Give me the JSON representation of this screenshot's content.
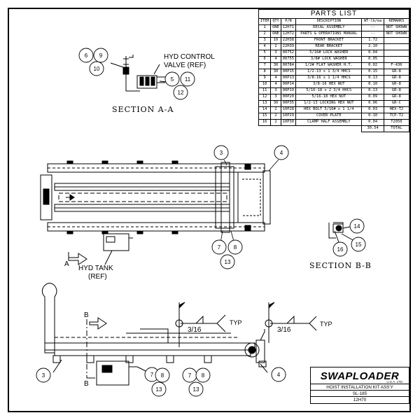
{
  "parts_list": {
    "title": "PARTS LIST",
    "columns": [
      "ITEM",
      "QTY",
      "P/N",
      "DESCRIPTION",
      "WT-lb/ea",
      "REMARKS"
    ],
    "rows": [
      [
        "1",
        "ONE",
        "12H71",
        "DECAL ASSEMBLY",
        "--",
        "NOT SHOWN"
      ],
      [
        "2",
        "ONE",
        "12H72",
        "PARTS & OPERATIONS MANUAL",
        "--",
        "NOT SHOWN"
      ],
      [
        "3",
        "10",
        "22H38",
        "FRONT BRACKET",
        "1.72",
        ""
      ],
      [
        "4",
        "2",
        "22H39",
        "REAR BRACKET",
        "2.10",
        ""
      ],
      [
        "5",
        "3",
        "00752",
        "5/16# LOCK WASHER",
        "0.04",
        ""
      ],
      [
        "6",
        "4",
        "00755",
        "3/8# LOCK WASHER",
        "0.05",
        ""
      ],
      [
        "7",
        "30",
        "00784",
        "1/2# FLAT WASHER H.T.",
        "0.02",
        "F-436"
      ],
      [
        "8",
        "30",
        "00P15",
        "1/2-13 x 1 3/4 HHCS",
        "0.15",
        "GR-8"
      ],
      [
        "9",
        "4",
        "00P13",
        "3/8-16 x 1 1/4 HHCS",
        "0.13",
        "GR-8"
      ],
      [
        "10",
        "4",
        "00P14",
        "3/8-16 HEX NUT",
        "0.10",
        "GR-8"
      ],
      [
        "11",
        "3",
        "00P19",
        "5/16-18 x 2 3/4 HHCS",
        "0.13",
        "GR-8"
      ],
      [
        "12",
        "3",
        "00P20",
        "5/16-18 HEX NUT",
        "0.09",
        "GR-8"
      ],
      [
        "13",
        "30",
        "00P35",
        "1/2-13 LOCKING HEX NUT",
        "0.06",
        "GR-C"
      ],
      [
        "14",
        "2",
        "10P28",
        "HEX BOLT 5/16# x 1 1/4",
        "0.03",
        "HEX-T2"
      ],
      [
        "15",
        "2",
        "10P29",
        "COVER PLATE",
        "0.10",
        "TCP-T2"
      ],
      [
        "16",
        "2",
        "10P30",
        "CLAMP HALF ASSEMBLY",
        "0.04",
        "T2050"
      ]
    ],
    "total_weight": "30.54",
    "total_label": "TOTAL"
  },
  "labels": {
    "hyd_control_1": "HYD CONTROL",
    "hyd_control_2": "VALVE (REF)",
    "section_aa": "SECTION A-A",
    "section_bb": "SECTION B-B",
    "hyd_tank_1": "HYD TANK",
    "hyd_tank_2": "(REF)",
    "arrow_a": "A",
    "arrow_b": "B",
    "weld_size": "3/16",
    "weld_typ": "TYP"
  },
  "balloons": {
    "b3": "3",
    "b4": "4",
    "b5": "5",
    "b6": "6",
    "b7": "7",
    "b8": "8",
    "b9": "9",
    "b10": "10",
    "b11": "11",
    "b12": "12",
    "b13": "13",
    "b14": "14",
    "b15": "15",
    "b16": "16"
  },
  "title_block": {
    "logo": "SWAPLOADER",
    "logo_sub": "U.S.A. LTD.",
    "title": "HOIST INSTALLATION KIT ASS'Y",
    "model": "SL-185",
    "drawing_no": "12H70"
  }
}
